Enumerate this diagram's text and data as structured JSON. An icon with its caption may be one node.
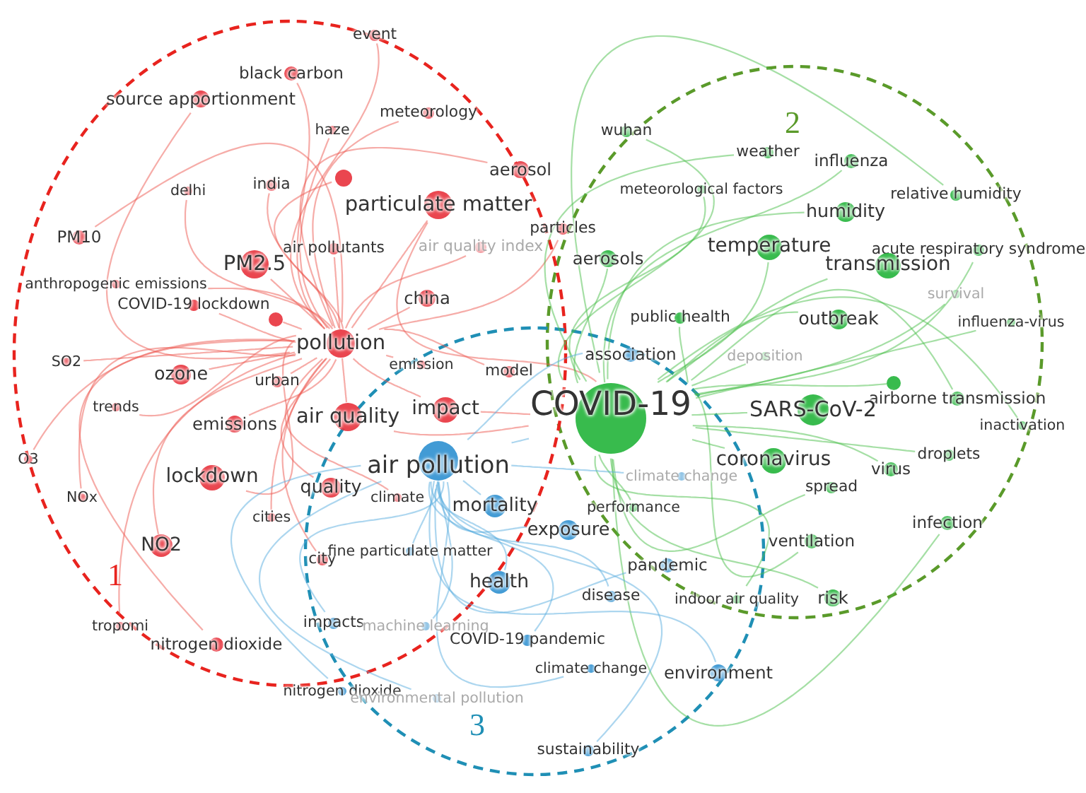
{
  "diagram": {
    "nodes": [
      {
        "text": [
          "event"
        ]
      },
      {
        "text": [
          "black carbon"
        ]
      },
      {
        "text": [
          "source apportionment"
        ]
      },
      {
        "text": [
          "meteorology"
        ]
      },
      {
        "text": [
          "haze"
        ]
      },
      {
        "text": [
          "delhi"
        ]
      },
      {
        "text": [
          "india"
        ]
      },
      {
        "text": [
          "particulate matter"
        ]
      },
      {
        "text": [],
        "shape": "circle"
      },
      {
        "text": [
          "aerosol"
        ]
      },
      {
        "text": [
          "PM10"
        ]
      },
      {
        "text": [
          "PM2.5"
        ]
      },
      {
        "text": [
          "air pollutants"
        ]
      },
      {
        "text": [
          "air quality index"
        ]
      },
      {
        "text": [
          "particles"
        ]
      },
      {
        "text": [
          "anthropogenic emissions"
        ]
      },
      {
        "text": [
          "COVID-19 lockdown"
        ]
      },
      {
        "text": [],
        "shape": "circle"
      },
      {
        "text": [
          "china"
        ]
      },
      {
        "text": [
          "pollution"
        ]
      },
      {
        "text": [
          "emission"
        ]
      },
      {
        "text": [
          "model"
        ]
      },
      {
        "text": [
          "SO2"
        ]
      },
      {
        "text": [
          "ozone"
        ]
      },
      {
        "text": [
          "urban"
        ]
      },
      {
        "text": [
          "trends"
        ]
      },
      {
        "text": [
          "emissions"
        ]
      },
      {
        "text": [
          "air quality"
        ]
      },
      {
        "text": [
          "impact"
        ]
      },
      {
        "text": [
          "O3"
        ]
      },
      {
        "text": [
          "lockdown"
        ]
      },
      {
        "text": [
          "quality"
        ]
      },
      {
        "text": [
          "climate"
        ]
      },
      {
        "text": [
          "NOx"
        ]
      },
      {
        "text": [
          "cities"
        ]
      },
      {
        "text": [
          "NO2"
        ]
      },
      {
        "text": [
          "city"
        ]
      },
      {
        "text": [
          "tropomi"
        ]
      },
      {
        "text": [
          "nitrogen dioxide"
        ]
      },
      {
        "text": [
          "wuhan"
        ]
      },
      {
        "text": [
          "weather"
        ]
      },
      {
        "text": [
          "influenza"
        ]
      },
      {
        "text": [
          "meteorological factors"
        ]
      },
      {
        "text": [
          "relative humidity"
        ]
      },
      {
        "text": [
          "humidity"
        ]
      },
      {
        "text": [
          "temperature"
        ]
      },
      {
        "text": [
          "acute respiratory syndrome"
        ]
      },
      {
        "text": [
          "transmission"
        ]
      },
      {
        "text": [
          "aerosols"
        ]
      },
      {
        "text": [
          "survival"
        ]
      },
      {
        "text": [
          "public health"
        ]
      },
      {
        "text": [
          "outbreak"
        ]
      },
      {
        "text": [
          "influenza-virus"
        ]
      },
      {
        "text": [
          "deposition"
        ]
      },
      {
        "text": [
          "COVID-19"
        ]
      },
      {
        "text": [],
        "shape": "circle"
      },
      {
        "text": [
          "airborne transmission"
        ]
      },
      {
        "text": [
          "SARS-CoV-2"
        ]
      },
      {
        "text": [
          "inactivation"
        ]
      },
      {
        "text": [
          "coronavirus"
        ]
      },
      {
        "text": [
          "droplets"
        ]
      },
      {
        "text": [
          "virus"
        ]
      },
      {
        "text": [
          "spread"
        ]
      },
      {
        "text": [
          "performance"
        ]
      },
      {
        "text": [
          "ventilation"
        ]
      },
      {
        "text": [
          "infection"
        ]
      },
      {
        "text": [
          "indoor air quality"
        ]
      },
      {
        "text": [
          "risk"
        ]
      },
      {
        "text": [
          "association"
        ]
      },
      {
        "text": [
          "air pollution"
        ]
      },
      {
        "text": [
          "climate change"
        ]
      },
      {
        "text": [
          "mortality"
        ]
      },
      {
        "text": [
          "exposure"
        ]
      },
      {
        "text": [
          "fine particulate matter"
        ]
      },
      {
        "text": [
          "health"
        ]
      },
      {
        "text": [
          "pandemic"
        ]
      },
      {
        "text": [
          "disease"
        ]
      },
      {
        "text": [
          "impacts"
        ]
      },
      {
        "text": [
          "machine learning"
        ]
      },
      {
        "text": [
          "COVID-19 pandemic"
        ]
      },
      {
        "text": [
          "climate change"
        ]
      },
      {
        "text": [
          "environment"
        ]
      },
      {
        "text": [
          "nitrogen dioxide"
        ]
      },
      {
        "text": [
          "environmental pollution"
        ]
      },
      {
        "text": [
          "sustainability"
        ]
      }
    ],
    "edges": [
      {
        "from": 0,
        "to": 19,
        "arrow": "none"
      },
      {
        "from": 1,
        "to": 19,
        "arrow": "none"
      },
      {
        "from": 2,
        "to": 19,
        "arrow": "none"
      },
      {
        "from": 3,
        "to": 19,
        "arrow": "none"
      },
      {
        "from": 4,
        "to": 19,
        "arrow": "none"
      },
      {
        "from": 5,
        "to": 19,
        "arrow": "none"
      },
      {
        "from": 6,
        "to": 19,
        "arrow": "none"
      },
      {
        "from": 7,
        "to": 19,
        "arrow": "none"
      },
      {
        "from": 8,
        "to": 19,
        "arrow": "none"
      },
      {
        "from": 9,
        "to": 19,
        "arrow": "none"
      },
      {
        "from": 10,
        "to": 19,
        "arrow": "none"
      },
      {
        "from": 11,
        "to": 19,
        "arrow": "none"
      },
      {
        "from": 12,
        "to": 19,
        "arrow": "none"
      },
      {
        "from": 13,
        "to": 19,
        "arrow": "none"
      },
      {
        "from": 14,
        "to": 19,
        "arrow": "none"
      },
      {
        "from": 15,
        "to": 19,
        "arrow": "none"
      },
      {
        "from": 16,
        "to": 19,
        "arrow": "none"
      },
      {
        "from": 17,
        "to": 19,
        "arrow": "none"
      },
      {
        "from": 18,
        "to": 19,
        "arrow": "none"
      },
      {
        "from": 20,
        "to": 19,
        "arrow": "none"
      },
      {
        "from": 21,
        "to": 19,
        "arrow": "none"
      },
      {
        "from": 22,
        "to": 19,
        "arrow": "none"
      },
      {
        "from": 23,
        "to": 19,
        "arrow": "none"
      },
      {
        "from": 24,
        "to": 19,
        "arrow": "none"
      },
      {
        "from": 25,
        "to": 19,
        "arrow": "none"
      },
      {
        "from": 26,
        "to": 19,
        "arrow": "none"
      },
      {
        "from": 27,
        "to": 19,
        "arrow": "none"
      },
      {
        "from": 28,
        "to": 19,
        "arrow": "none"
      },
      {
        "from": 29,
        "to": 19,
        "arrow": "none"
      },
      {
        "from": 30,
        "to": 19,
        "arrow": "none"
      },
      {
        "from": 31,
        "to": 19,
        "arrow": "none"
      },
      {
        "from": 32,
        "to": 19,
        "arrow": "none"
      },
      {
        "from": 33,
        "to": 19,
        "arrow": "none"
      },
      {
        "from": 34,
        "to": 19,
        "arrow": "none"
      },
      {
        "from": 35,
        "to": 19,
        "arrow": "none"
      },
      {
        "from": 36,
        "to": 19,
        "arrow": "none"
      },
      {
        "from": 37,
        "to": 19,
        "arrow": "none"
      },
      {
        "from": 38,
        "to": 19,
        "arrow": "none"
      },
      {
        "from": 7,
        "to": 54,
        "arrow": "none"
      },
      {
        "from": 27,
        "to": 54,
        "arrow": "none"
      },
      {
        "from": 28,
        "to": 54,
        "arrow": "none"
      },
      {
        "from": 39,
        "to": 54,
        "arrow": "none",
        "color": "#4cbf4c"
      },
      {
        "from": 40,
        "to": 54,
        "arrow": "none",
        "color": "#4cbf4c"
      },
      {
        "from": 41,
        "to": 54,
        "arrow": "none",
        "color": "#4cbf4c"
      },
      {
        "from": 42,
        "to": 54,
        "arrow": "none",
        "color": "#4cbf4c"
      },
      {
        "from": 43,
        "to": 54,
        "arrow": "none",
        "color": "#4cbf4c"
      },
      {
        "from": 44,
        "to": 54,
        "arrow": "none",
        "color": "#4cbf4c"
      },
      {
        "from": 45,
        "to": 54,
        "arrow": "none",
        "color": "#4cbf4c"
      },
      {
        "from": 46,
        "to": 54,
        "arrow": "none",
        "color": "#4cbf4c"
      },
      {
        "from": 47,
        "to": 54,
        "arrow": "none",
        "color": "#4cbf4c"
      },
      {
        "from": 48,
        "to": 54,
        "arrow": "none",
        "color": "#4cbf4c"
      },
      {
        "from": 49,
        "to": 54,
        "arrow": "none",
        "color": "#4cbf4c"
      },
      {
        "from": 50,
        "to": 54,
        "arrow": "none",
        "color": "#4cbf4c"
      },
      {
        "from": 51,
        "to": 54,
        "arrow": "none",
        "color": "#4cbf4c"
      },
      {
        "from": 52,
        "to": 54,
        "arrow": "none",
        "color": "#4cbf4c"
      },
      {
        "from": 53,
        "to": 54,
        "arrow": "none",
        "color": "#4cbf4c"
      },
      {
        "from": 55,
        "to": 54,
        "arrow": "none",
        "color": "#4cbf4c"
      },
      {
        "from": 56,
        "to": 54,
        "arrow": "none",
        "color": "#4cbf4c"
      },
      {
        "from": 57,
        "to": 54,
        "arrow": "none",
        "color": "#4cbf4c"
      },
      {
        "from": 58,
        "to": 54,
        "arrow": "none",
        "color": "#4cbf4c"
      },
      {
        "from": 59,
        "to": 54,
        "arrow": "none",
        "color": "#4cbf4c"
      },
      {
        "from": 60,
        "to": 54,
        "arrow": "none",
        "color": "#4cbf4c"
      },
      {
        "from": 61,
        "to": 54,
        "arrow": "none",
        "color": "#4cbf4c"
      },
      {
        "from": 62,
        "to": 54,
        "arrow": "none",
        "color": "#4cbf4c"
      },
      {
        "from": 63,
        "to": 54,
        "arrow": "none",
        "color": "#4cbf4c"
      },
      {
        "from": 64,
        "to": 54,
        "arrow": "none",
        "color": "#4cbf4c"
      },
      {
        "from": 65,
        "to": 54,
        "arrow": "none",
        "color": "#4cbf4c"
      },
      {
        "from": 66,
        "to": 54,
        "arrow": "none",
        "color": "#4cbf4c"
      },
      {
        "from": 67,
        "to": 54,
        "arrow": "none",
        "color": "#4cbf4c"
      },
      {
        "from": 68,
        "to": 69,
        "arrow": "none",
        "color": "#5aaee0"
      },
      {
        "from": 70,
        "to": 69,
        "arrow": "none",
        "color": "#5aaee0"
      },
      {
        "from": 71,
        "to": 69,
        "arrow": "none",
        "color": "#5aaee0"
      },
      {
        "from": 72,
        "to": 69,
        "arrow": "none",
        "color": "#5aaee0"
      },
      {
        "from": 73,
        "to": 69,
        "arrow": "none",
        "color": "#5aaee0"
      },
      {
        "from": 74,
        "to": 69,
        "arrow": "none",
        "color": "#5aaee0"
      },
      {
        "from": 75,
        "to": 69,
        "arrow": "none",
        "color": "#5aaee0"
      },
      {
        "from": 76,
        "to": 69,
        "arrow": "none",
        "color": "#5aaee0"
      },
      {
        "from": 77,
        "to": 69,
        "arrow": "none",
        "color": "#5aaee0"
      },
      {
        "from": 78,
        "to": 69,
        "arrow": "none",
        "color": "#5aaee0"
      },
      {
        "from": 79,
        "to": 69,
        "arrow": "none",
        "color": "#5aaee0"
      },
      {
        "from": 80,
        "to": 69,
        "arrow": "none",
        "color": "#5aaee0"
      },
      {
        "from": 81,
        "to": 69,
        "arrow": "none",
        "color": "#5aaee0"
      },
      {
        "from": 82,
        "to": 69,
        "arrow": "none",
        "color": "#5aaee0"
      },
      {
        "from": 83,
        "to": 69,
        "arrow": "none",
        "color": "#5aaee0"
      },
      {
        "from": 84,
        "to": 69,
        "arrow": "none",
        "color": "#5aaee0"
      },
      {
        "from": 69,
        "to": 54,
        "arrow": "none",
        "color": "#5aaee0"
      }
    ],
    "labels": [
      "2",
      "1",
      "3"
    ]
  }
}
